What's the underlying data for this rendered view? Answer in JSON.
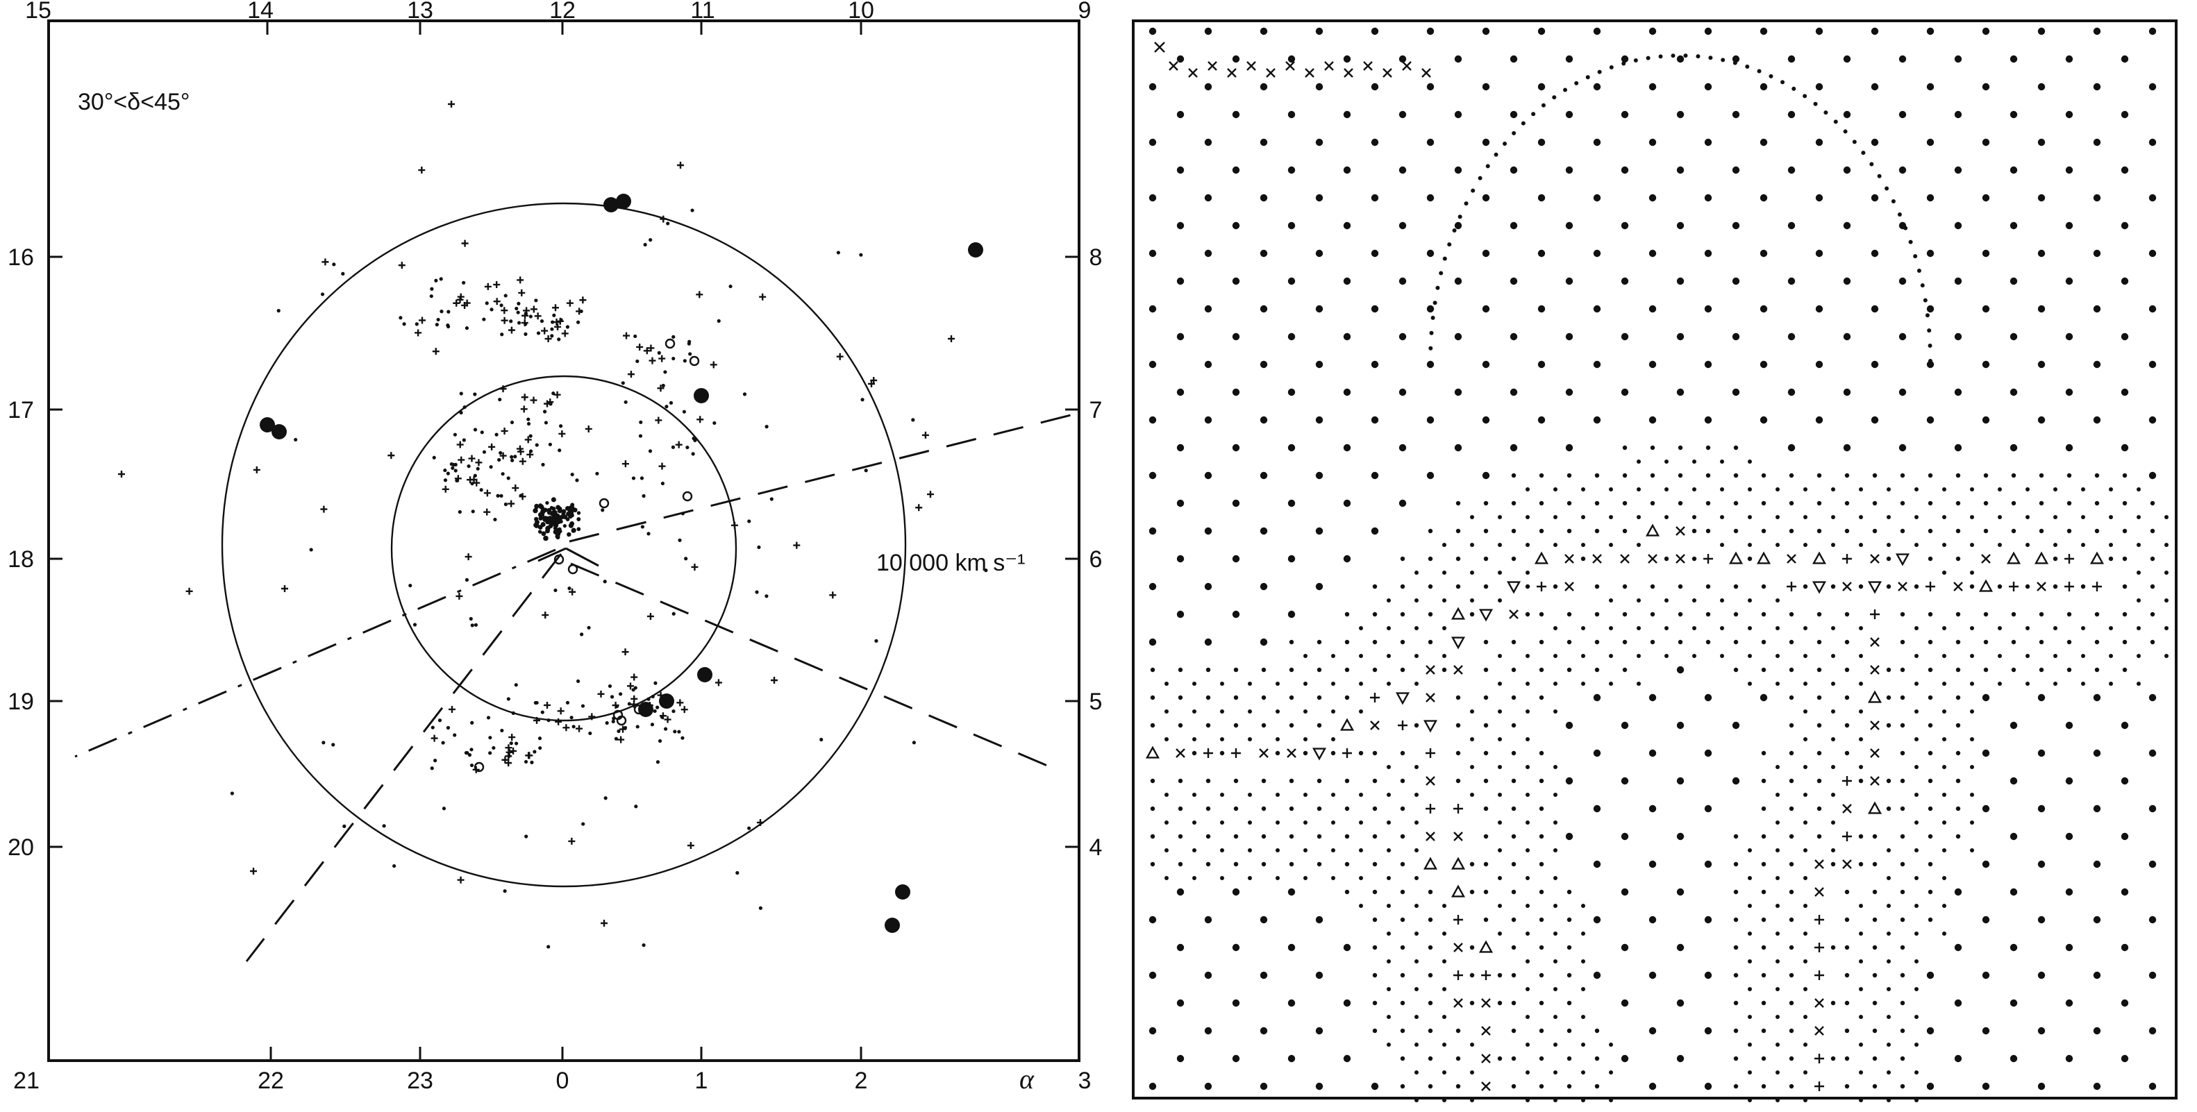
{
  "left_panel": {
    "top_ticks": [
      "15",
      "14",
      "13",
      "12",
      "11",
      "10",
      "9"
    ],
    "bottom_ticks": [
      "21",
      "22",
      "23",
      "0",
      "1",
      "2",
      "3"
    ],
    "left_ticks": [
      "16",
      "17",
      "18",
      "19",
      "20"
    ],
    "right_ticks": [
      "8",
      "7",
      "6",
      "5",
      "4"
    ],
    "declination_label": "30°<δ<45°",
    "velocity_label": "10 000 km s⁻¹",
    "axis_symbol": "α"
  },
  "right_panel": {
    "marker_legend": [
      "dot",
      "cross",
      "plus",
      "triangle-up",
      "triangle-down"
    ]
  },
  "colors": {
    "ink": "#111111",
    "paper": "#ffffff"
  }
}
